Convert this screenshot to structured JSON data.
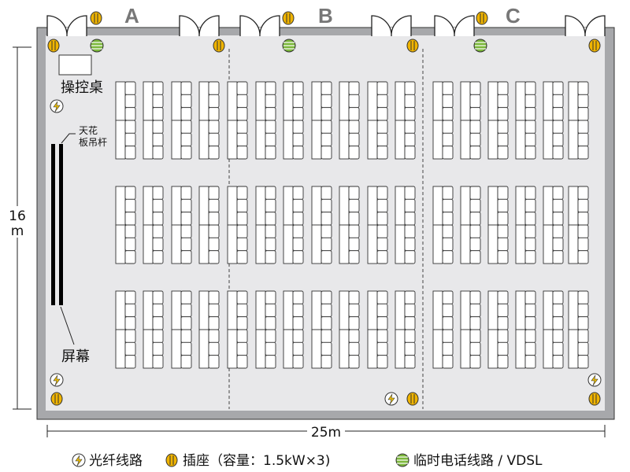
{
  "zones": [
    "A",
    "B",
    "C"
  ],
  "labels": {
    "console": "操控桌",
    "ceiling_rod": [
      "天花",
      "板吊杆"
    ],
    "screen": "屏幕"
  },
  "dimensions": {
    "height": [
      "16",
      "m"
    ],
    "width": "25m"
  },
  "legend": {
    "fiber": "光纤线路",
    "outlet": "插座（容量：1.5kW×3)",
    "phone": "临时电话线路 / VDSL"
  },
  "colors": {
    "wall": "#a7a8ab",
    "floor": "#e8e8ea",
    "outlet": "#f0b400",
    "phone": "#7cb83c"
  }
}
